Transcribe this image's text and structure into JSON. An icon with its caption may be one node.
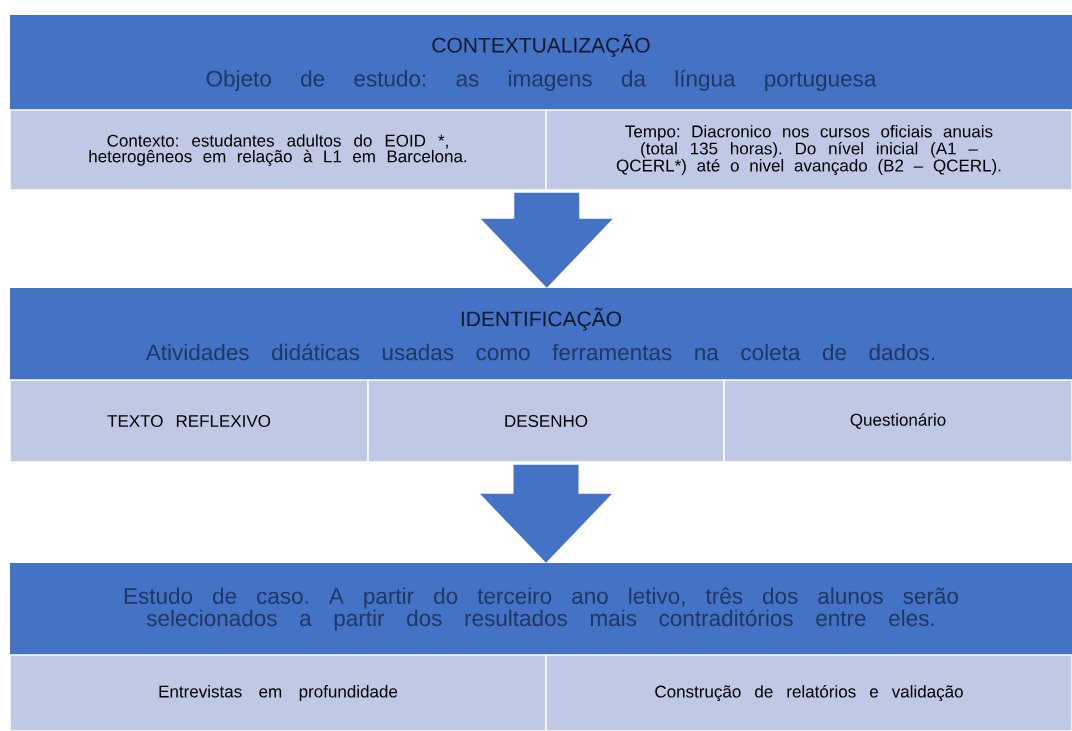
{
  "diagram": {
    "nodes": [
      {
        "text": [
          "CONTEXTUALIZAÇÃO",
          "Objeto de estudo: as imagens da língua portuguesa"
        ]
      },
      {
        "text": [
          "Contexto: estudantes adultos do EOID *, heterogêneos em relação à L1 em Barcelona."
        ]
      },
      {
        "text": [
          "Tempo: Diacronico nos cursos oficiais anuais (total 135 horas). Do nível inicial (A1 – QCERL*) até o nivel avançado (B2 – QCERL)."
        ]
      },
      {
        "text": [
          "IDENTIFICAÇÃO",
          "Atividades didáticas usadas como ferramentas na coleta de dados."
        ]
      },
      {
        "text": [
          "TEXTO REFLEXIVO"
        ]
      },
      {
        "text": [
          "DESENHO"
        ]
      },
      {
        "text": [
          "Questionário"
        ]
      },
      {
        "text": [
          "Estudo de caso. A partir do terceiro ano letivo, três dos alunos serão selecionados a partir dos resultados mais contraditórios entre eles."
        ]
      },
      {
        "text": [
          "Entrevistas em profundidade"
        ]
      },
      {
        "text": [
          "Construção de relatórios e validação"
        ]
      }
    ],
    "edges": [
      {
        "from": 1,
        "to": 3,
        "arrow": "to"
      },
      {
        "from": 5,
        "to": 7,
        "arrow": "to"
      }
    ]
  }
}
